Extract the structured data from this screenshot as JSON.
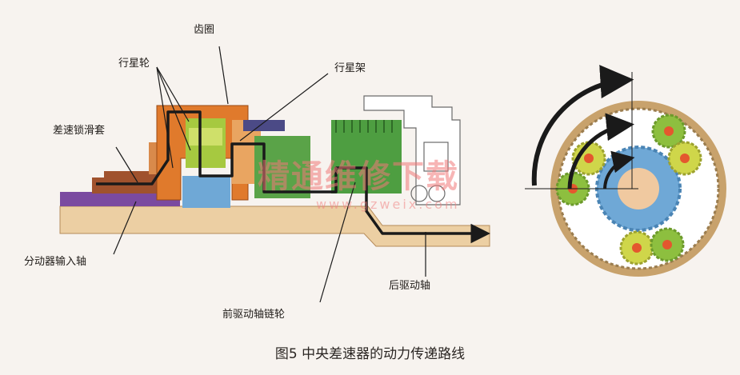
{
  "labels": {
    "ring_gear": "齿圈",
    "planet_gear": "行星轮",
    "planet_carrier": "行星架",
    "diff_lock_sleeve": "差速锁滑套",
    "transfer_input_shaft": "分动器输入轴",
    "rear_drive_shaft": "后驱动轴",
    "front_drive_sprocket": "前驱动轴链轮"
  },
  "caption": "图5  中央差速器的动力传递路线",
  "watermark": {
    "main": "精通维修下载",
    "sub": "www.gzweix.com"
  },
  "colors": {
    "background": "#f7f3ef",
    "housing_orange": "#e07a2c",
    "ring_tan": "#c8a26c",
    "sun_gear_blue": "#6fa8d6",
    "planet_green": "#8dbf3f",
    "planet_center_red": "#e4572e",
    "sprocket_green": "#5aa348",
    "shaft_beige": "#eccfa3",
    "sleeve_purple": "#7b4aa0",
    "sleeve_brown": "#a0522d",
    "arrow_dark": "#1a1a1a"
  }
}
